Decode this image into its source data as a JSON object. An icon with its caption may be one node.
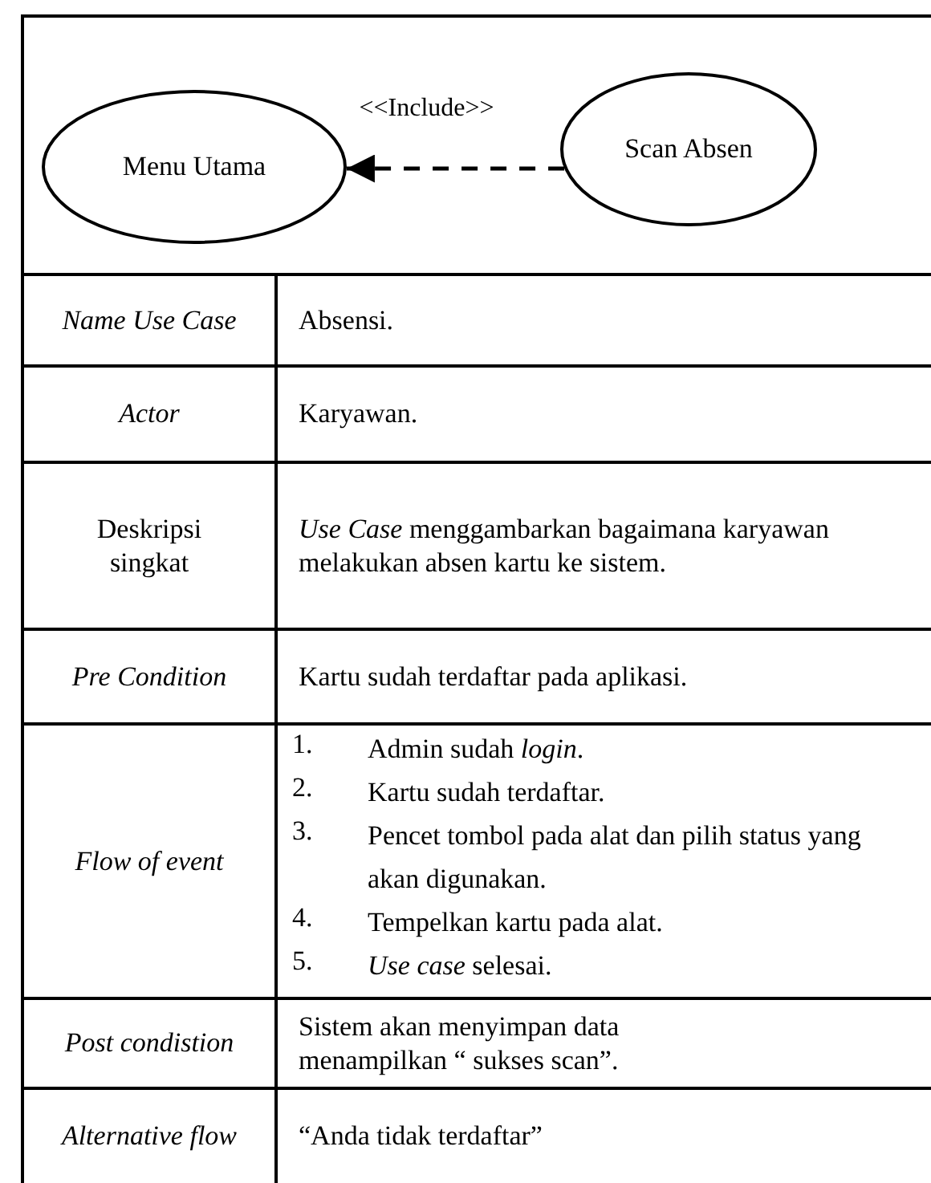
{
  "diagram": {
    "nodes": [
      {
        "text": [
          "Menu Utama"
        ]
      },
      {
        "text": [
          "Scan Absen"
        ]
      }
    ],
    "edges": [
      {
        "from": 1,
        "to": 0,
        "arrow": "to",
        "label": "<<Include>>",
        "style": "dashed"
      }
    ],
    "labels": [
      "Name Use Case",
      "Absensi.",
      "Actor",
      "Karyawan.",
      "Deskripsi singkat",
      "*Use Case* menggambarkan bagaimana karyawan melakukan absen kartu ke sistem.",
      "Pre Condition",
      "Kartu sudah terdaftar pada aplikasi.",
      "Flow of event",
      "1.",
      "Admin sudah *login*.",
      "2.",
      "Kartu sudah terdaftar.",
      "3.",
      "Pencet tombol pada alat dan pilih status yang akan digunakan.",
      "4.",
      "Tempelkan kartu pada alat.",
      "5.",
      "*Use case* selesai.",
      "Post condistion",
      "Sistem akan menyimpan data menampilkan “ sukses scan”.",
      "Alternative flow",
      "“Anda tidak terdaftar”"
    ]
  }
}
